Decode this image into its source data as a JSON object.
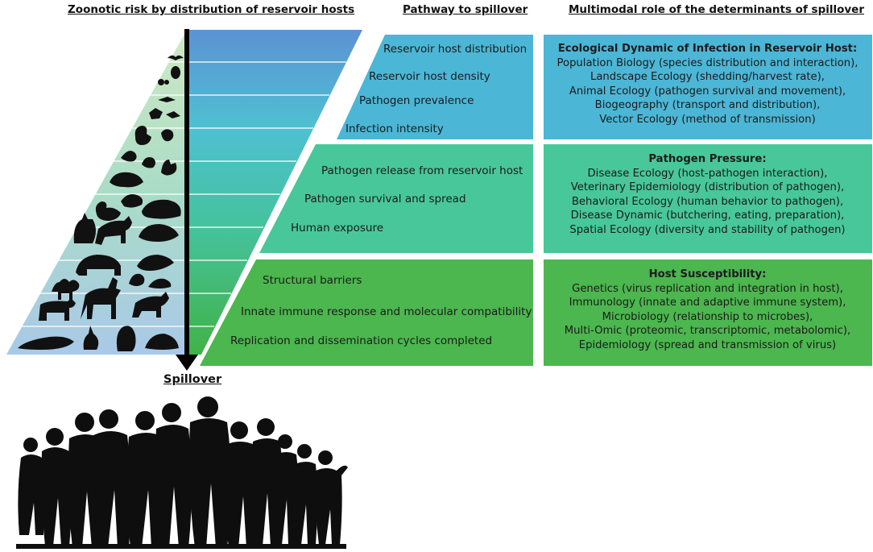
{
  "headers": {
    "left": "Zoonotic risk by distribution of reservoir hosts",
    "middle": "Pathway to spillover",
    "right": "Multimodal role of the determinants of spillover"
  },
  "pathway": {
    "ecological": [
      "Reservoir host distribution",
      "Reservoir host density",
      "Pathogen prevalence",
      "Infection intensity"
    ],
    "pressure": [
      "Pathogen release from reservoir host",
      "Pathogen survival and spread",
      "Human exposure"
    ],
    "susceptibility": [
      "Structural barriers",
      "Innate immune response and molecular compatibility",
      "Replication and dissemination cycles completed"
    ]
  },
  "panels": [
    {
      "title": "Ecological Dynamic of Infection in Reservoir Host:",
      "lines": [
        "Population Biology (species distribution and interaction),",
        "Landscape Ecology (shedding/harvest rate),",
        "Animal Ecology (pathogen survival and movement),",
        "Biogeography (transport and distribution),",
        "Vector Ecology (method of transmission)"
      ]
    },
    {
      "title": "Pathogen Pressure:",
      "lines": [
        "Disease Ecology (host-pathogen interaction),",
        "Veterinary Epidemiology (distribution of pathogen),",
        "Behavioral Ecology (human behavior to pathogen),",
        "Disease Dynamic (butchering, eating, preparation),",
        "Spatial Ecology (diversity and stability of pathogen)"
      ]
    },
    {
      "title": "Host Susceptibility:",
      "lines": [
        "Genetics (virus replication and integration in host),",
        "Immunology (innate and adaptive immune system),",
        "Microbiology (relationship to microbes),",
        "Multi-Omic (proteomic, transcriptomic, metabolomic),",
        "Epidemiology (spread and transmission of virus)"
      ]
    }
  ],
  "spillover_label": "Spillover",
  "colors": {
    "panel_blue": "#4cb6d6",
    "panel_teal": "#48c79b",
    "panel_green": "#4cb64f",
    "pyramid_top": "#5b92d4",
    "pyramid_bottom": "#44b34a",
    "arrow": "#000000"
  },
  "icons": {
    "animals": "animal-silhouettes-icon",
    "people": "human-crowd-silhouette-icon"
  }
}
